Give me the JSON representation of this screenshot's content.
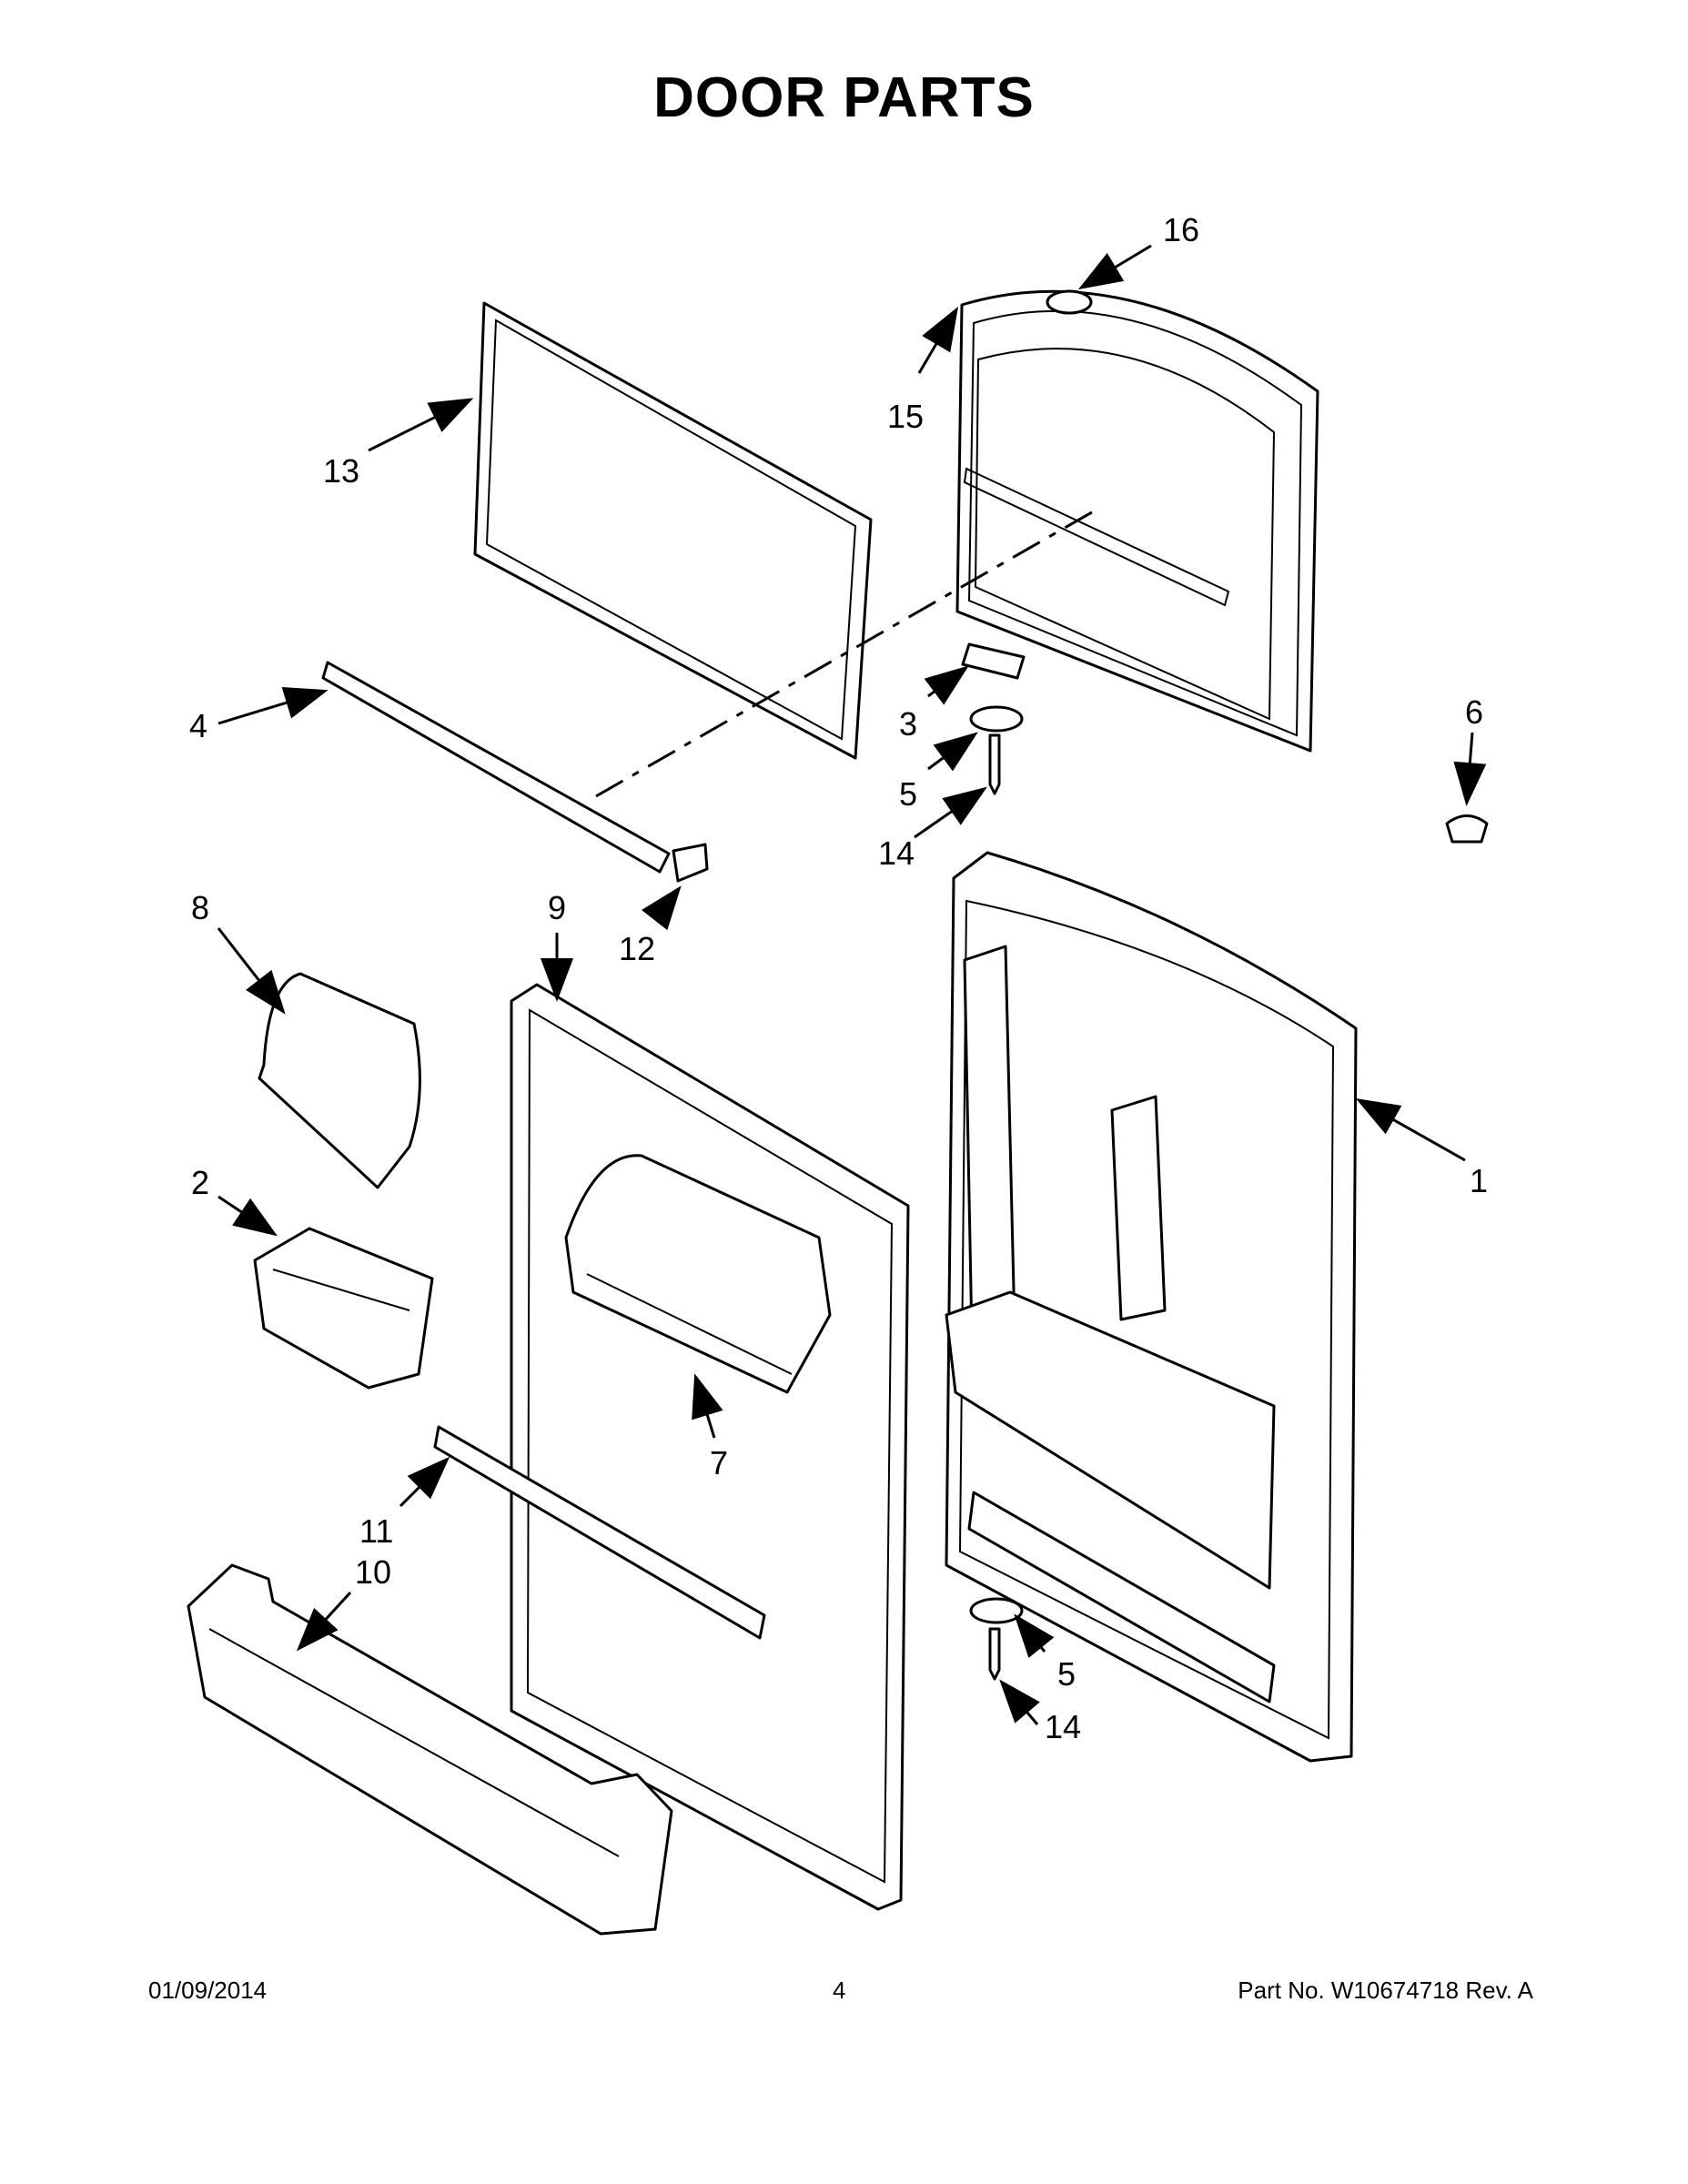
{
  "title": "DOOR PARTS",
  "callouts": {
    "c1": "1",
    "c2": "2",
    "c3": "3",
    "c4": "4",
    "c5a": "5",
    "c5b": "5",
    "c6": "6",
    "c7": "7",
    "c8": "8",
    "c9": "9",
    "c10": "10",
    "c11": "11",
    "c12": "12",
    "c13": "13",
    "c14a": "14",
    "c14b": "14",
    "c15": "15",
    "c16": "16"
  },
  "footer": {
    "date": "01/09/2014",
    "page": "4",
    "part_no": "Part No.  W10674718  Rev.  A"
  }
}
